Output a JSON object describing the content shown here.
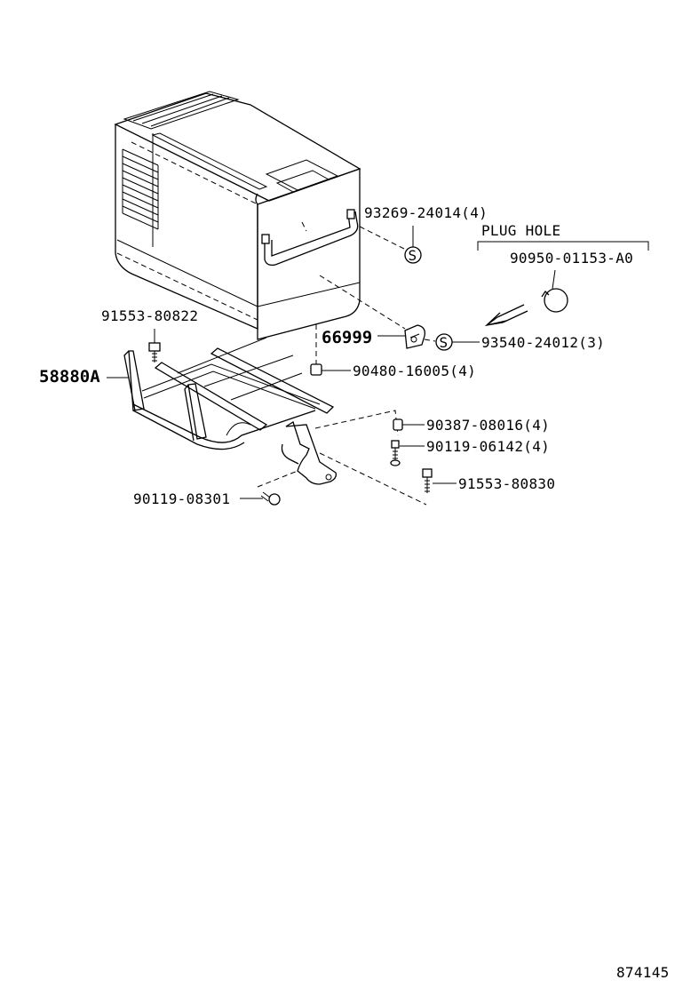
{
  "labels": {
    "p93269": "93269-24014(4)",
    "plug_hole": "PLUG HOLE",
    "p90950": "90950-01153-A0",
    "p91553a": "91553-80822",
    "p66999": "66999",
    "p93540": "93540-24012(3)",
    "p58880": "58880A",
    "p90480": "90480-16005(4)",
    "p90387": "90387-08016(4)",
    "p90119a": "90119-06142(4)",
    "p91553b": "91553-80830",
    "p90119b": "90119-08301",
    "fig_id": "874145"
  },
  "symbols": {
    "s_mark_1": "S",
    "s_mark_2": "S"
  }
}
